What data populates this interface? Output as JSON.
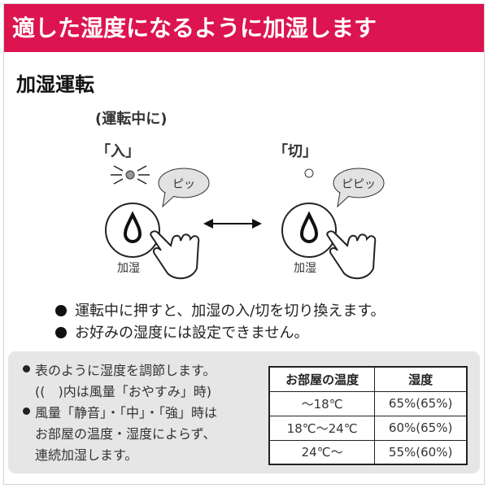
{
  "header": {
    "title": "適した湿度になるように加湿します"
  },
  "section": {
    "title": "加湿運転",
    "subtitle": "(運転中に)"
  },
  "diagram": {
    "on": {
      "state": "「入」",
      "sound": "ピッ",
      "button_label": "加湿"
    },
    "off": {
      "state": "「切」",
      "sound": "ピピッ",
      "button_label": "加湿"
    }
  },
  "bullets": [
    "運転中に押すと、加湿の入/切を切り換えます。",
    "お好みの湿度には設定できません。"
  ],
  "notes": {
    "n1_line1": "表のように湿度を調節します。",
    "n1_line2": "((　)内は風量「おやすみ」時)",
    "n2_line1": "風量「静音」・「中」・「強」時は",
    "n2_line2": "お部屋の温度・湿度によらず、",
    "n2_line3": "連続加湿します。"
  },
  "table": {
    "headers": [
      "お部屋の温度",
      "湿度"
    ],
    "rows": [
      [
        "～18℃",
        "65%(65%)"
      ],
      [
        "18℃～24℃",
        "60%(65%)"
      ],
      [
        "24℃～",
        "55%(60%)"
      ]
    ]
  },
  "colors": {
    "header": "#dc1450",
    "box": "#e6e6e6"
  }
}
